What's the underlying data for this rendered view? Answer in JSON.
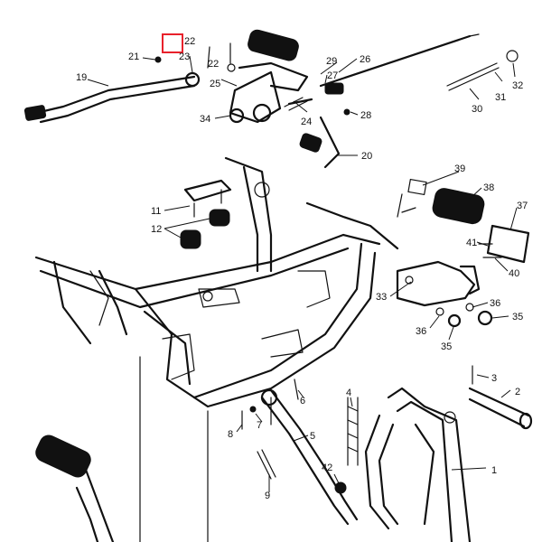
{
  "labels": [
    "1",
    "2",
    "3",
    "4",
    "5",
    "6",
    "7",
    "8",
    "9",
    "11",
    "12",
    "19",
    "20",
    "21",
    "22",
    "22",
    "23",
    "24",
    "25",
    "26",
    "27",
    "28",
    "29",
    "30",
    "31",
    "32",
    "33",
    "34",
    "35",
    "35",
    "36",
    "36",
    "37",
    "38",
    "39",
    "40",
    "41",
    "42"
  ],
  "highlight_color": "#e8212b"
}
